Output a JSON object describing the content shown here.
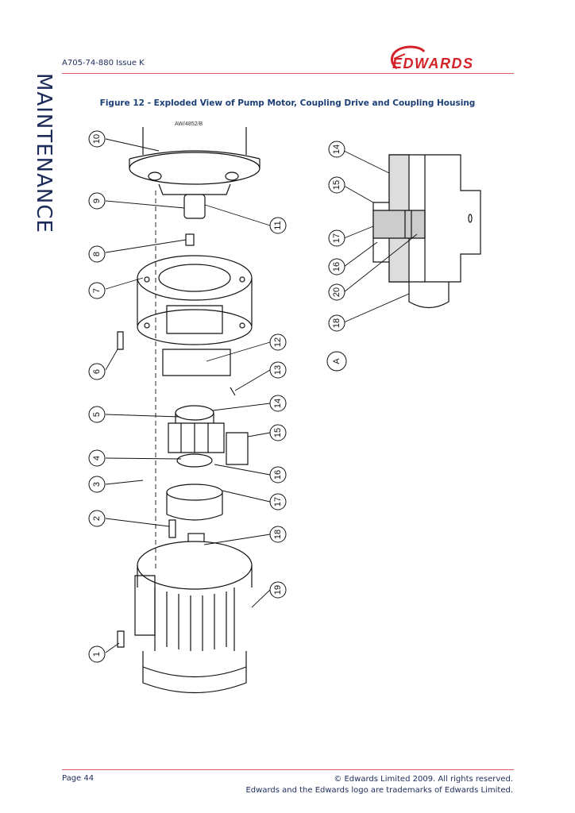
{
  "header": {
    "doc_id": "A705-74-880 Issue K",
    "logo_text": "EDWARDS"
  },
  "side_tab": "MAINTENANCE",
  "figure": {
    "title": "Figure 12 - Exploded View of Pump Motor, Coupling Drive and Coupling Housing",
    "drawing_ref": "AW/4852/B",
    "callouts_left": [
      "10",
      "9",
      "8",
      "7",
      "6",
      "5",
      "4",
      "3",
      "2",
      "1"
    ],
    "callouts_right": [
      "11",
      "12",
      "13",
      "14",
      "15",
      "16",
      "17",
      "18",
      "19"
    ],
    "detail_callouts": [
      "14",
      "15",
      "17",
      "16",
      "20",
      "18"
    ],
    "detail_label": "A"
  },
  "footer": {
    "page": "Page 44",
    "copyright": "© Edwards Limited 2009. All rights reserved.",
    "trademark": "Edwards and the Edwards logo are trademarks of Edwards Limited."
  },
  "colors": {
    "brand_red": "#d3222a",
    "rule": "#d9605a",
    "text": "#1c2b5a",
    "title": "#1d3f78"
  }
}
